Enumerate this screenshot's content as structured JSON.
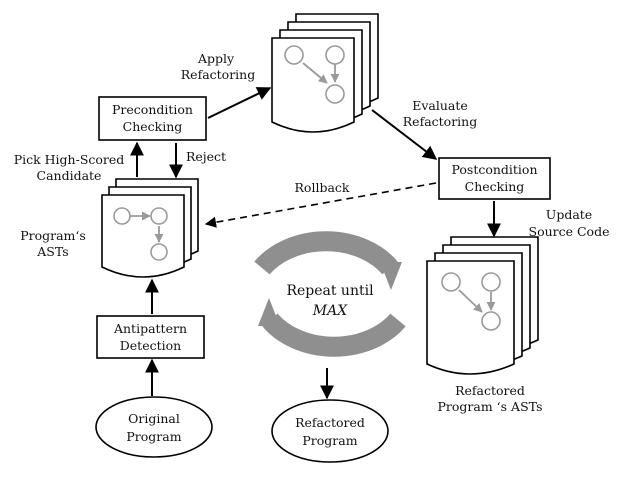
{
  "nodes": {
    "precondition": [
      "Precondition",
      "Checking"
    ],
    "postcondition": [
      "Postcondition",
      "Checking"
    ],
    "antipattern": [
      "Antipattern",
      "Detection"
    ],
    "original": [
      "Original",
      "Program"
    ],
    "refactored_program": [
      "Refactored",
      "Program"
    ]
  },
  "documents": {
    "asts": [
      "Program‘s",
      "ASTs"
    ],
    "refactored_asts": [
      "Refactored",
      "Program ‘s ASTs"
    ]
  },
  "edges": {
    "apply": [
      "Apply",
      "Refactoring"
    ],
    "evaluate": [
      "Evaluate",
      "Refactoring"
    ],
    "pick": [
      "Pick High-Scored",
      "Candidate"
    ],
    "reject": "Reject",
    "rollback": "Rollback",
    "update": [
      "Update",
      "Source Code"
    ]
  },
  "loop": {
    "line1": "Repeat until",
    "line2": "MAX"
  }
}
